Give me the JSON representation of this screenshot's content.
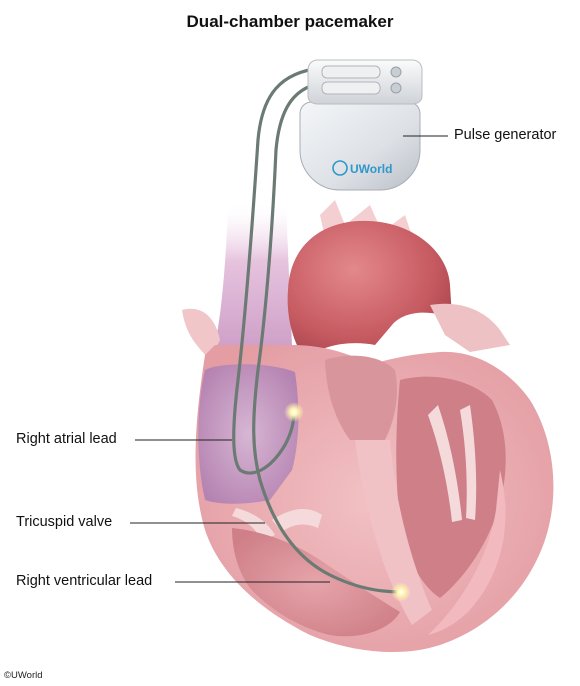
{
  "title": "Dual-chamber pacemaker",
  "device": {
    "brand": "UWorld"
  },
  "labels": {
    "pulse_generator": "Pulse generator",
    "right_atrial_lead": "Right atrial lead",
    "tricuspid_valve": "Tricuspid valve",
    "right_ventricular_lead": "Right ventricular lead"
  },
  "copyright": "©UWorld",
  "colors": {
    "heart_pink": "#e8a7ad",
    "heart_light": "#f6d2d3",
    "aorta_red": "#c75a61",
    "atrium_purple": "#c89ac2",
    "lead_gray": "#6b7a73",
    "device_silver": "#dfe3e8",
    "electrode_glow": "#fff6b0"
  }
}
